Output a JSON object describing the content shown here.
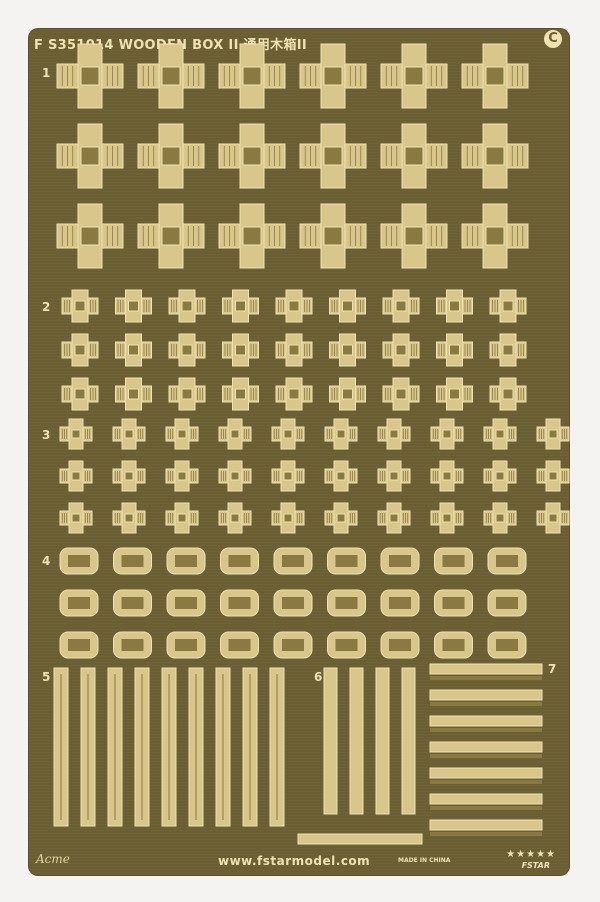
{
  "header": {
    "title": "F S351014 WOODEN BOX II",
    "title_cn": "通用木箱II",
    "copyright_symbol": "C"
  },
  "section_numbers": [
    "1",
    "2",
    "3",
    "4",
    "5",
    "6",
    "7"
  ],
  "footer": {
    "maker": "Acme",
    "website": "www.fstarmodel.com",
    "made_in": "MADE IN CHINA",
    "brand": "FSTAR",
    "stars": "★★★★★"
  },
  "colors": {
    "fret_background": "#6b5e33",
    "brass": "#d8c68a",
    "brass_light": "#efe2b0",
    "etched_line": "#8a7a42"
  },
  "parts": {
    "section1": {
      "rows": 3,
      "cols": 6
    },
    "section2": {
      "rows": 3,
      "cols": 9
    },
    "section3": {
      "rows": 3,
      "cols": 10
    },
    "section4": {
      "rows": 3,
      "cols": 9
    },
    "section5": {
      "strips": 9
    },
    "section6": {
      "strips": 4
    },
    "section7": {
      "bars": 7
    }
  }
}
